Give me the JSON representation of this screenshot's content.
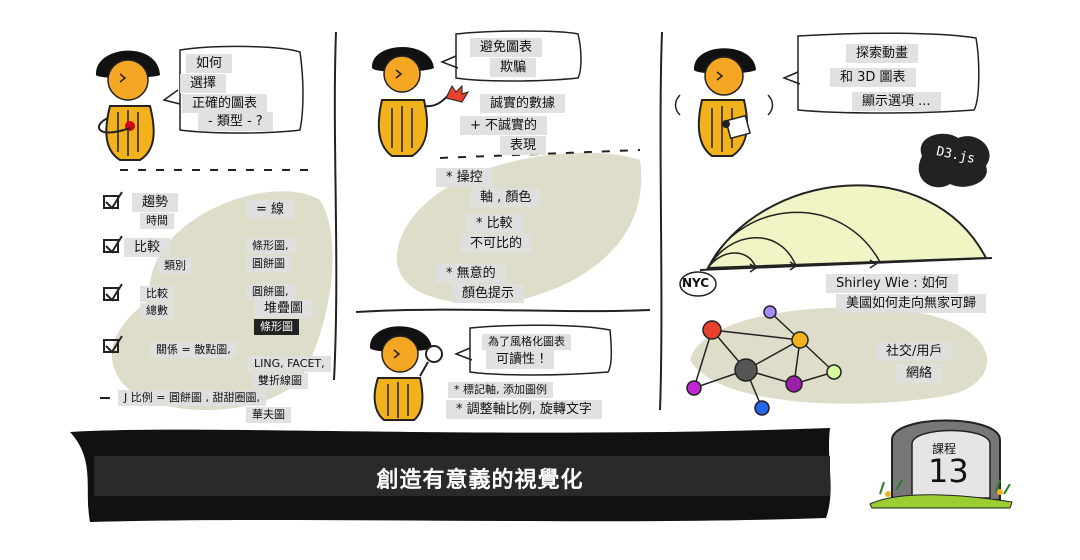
{
  "colors": {
    "accent": "#f2b21c",
    "skin": "#f5a623",
    "blob": "#deddc9",
    "banner": "#111111",
    "arch": "#f1f5c6"
  },
  "panel1": {
    "question": [
      "如何",
      "選擇",
      "正確的圖表",
      "- 類型 - ?"
    ],
    "rows": [
      {
        "left": [
          "趨勢",
          "時間"
        ],
        "right": [
          "= 線"
        ]
      },
      {
        "left": [
          "比較",
          "類別"
        ],
        "right": [
          "條形圖,",
          "圓餅圖"
        ]
      },
      {
        "left": [
          "比較",
          "總數"
        ],
        "right": [
          "圓餅圖,",
          "堆疊圖",
          "條形圖"
        ]
      },
      {
        "left": [
          "關係 = 散點圖,"
        ],
        "right": [
          "LING, FACET,",
          "雙折線圖"
        ]
      },
      {
        "left": [
          "J 比例 = 圓餅圖 , 甜甜圈圖,"
        ],
        "right": [
          "華夫圖"
        ]
      }
    ]
  },
  "panel2": {
    "question": [
      "避免圖表",
      "欺騙"
    ],
    "notes": [
      "誠實的數據",
      "+ 不誠實的",
      "表現",
      "* 操控",
      "軸 , 顏色",
      "* 比較",
      "不可比的",
      "* 無意的",
      "顏色提示"
    ],
    "style_question": [
      "為了風格化圖表",
      "可讀性 !"
    ],
    "style_notes": [
      "* 標記軸, 添加圖例",
      "* 調整軸比例, 旋轉文字"
    ]
  },
  "panel3": {
    "question": [
      "探索動畫",
      "和 3D 圖表",
      "顯示選項 ..."
    ],
    "d3_badge": "D3.js",
    "nyc": "NYC",
    "caption": [
      "Shirley Wie : 如何",
      "美國如何走向無家可歸"
    ],
    "network_label": [
      "社交/用戶",
      "網絡"
    ]
  },
  "banner": {
    "title": "創造有意義的視覺化"
  },
  "lesson": {
    "label": "課程",
    "number": "13"
  }
}
